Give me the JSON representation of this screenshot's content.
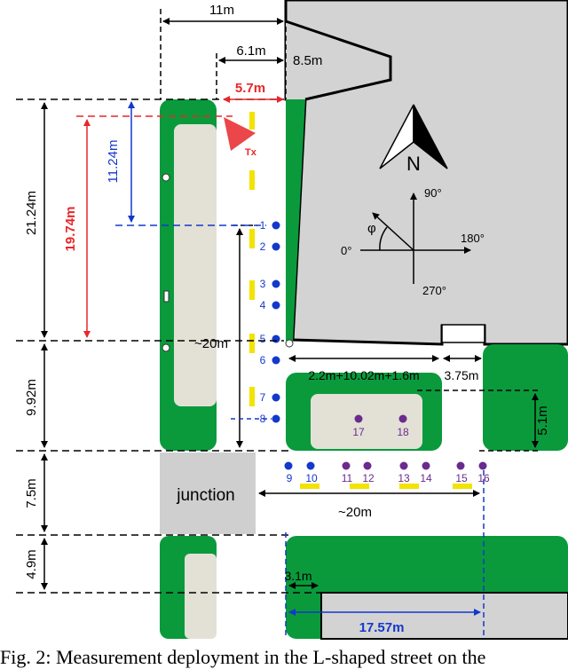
{
  "colors": {
    "green": "#0a9a3c",
    "grey_area": "#d3d3d3",
    "inner_block": "#e3e1d6",
    "red": "#e8262a",
    "blue": "#1338cc",
    "purple": "#6a2a8f",
    "yellow": "#f2e300",
    "junction": "#cfcfcf"
  },
  "dims": {
    "top_width": "11m",
    "street_width": "6.1m",
    "building_offset": "8.5m",
    "tx_offset": "5.7m",
    "height_total": "21.24m",
    "height_red": "19.74m",
    "height_blue": "11.24m",
    "run_vertical": "~20m",
    "side_1": "9.92m",
    "junction_height": "7.5m",
    "lower_height": "4.9m",
    "horizontal_sum": "2.2m+10.02m+1.6m",
    "gap_width": "3.75m",
    "block_height": "5.1m",
    "run_horizontal": "~20m",
    "lower_offset": "3.1m",
    "lower_width": "17.57m"
  },
  "labels": {
    "junction": "junction",
    "tx": "Tx",
    "north": "N"
  },
  "compass": {
    "deg_90": "90°",
    "deg_0": "0°",
    "deg_180": "180°",
    "deg_270": "270°",
    "phi": "φ"
  },
  "points": {
    "p1": "1",
    "p2": "2",
    "p3": "3",
    "p4": "4",
    "p5": "5",
    "p6": "6",
    "p7": "7",
    "p8": "8",
    "p9": "9",
    "p10": "10",
    "p11": "11",
    "p12": "12",
    "p13": "13",
    "p14": "14",
    "p15": "15",
    "p16": "16",
    "p17": "17",
    "p18": "18"
  },
  "caption": "Fig. 2: Measurement deployment in the L-shaped street on the"
}
